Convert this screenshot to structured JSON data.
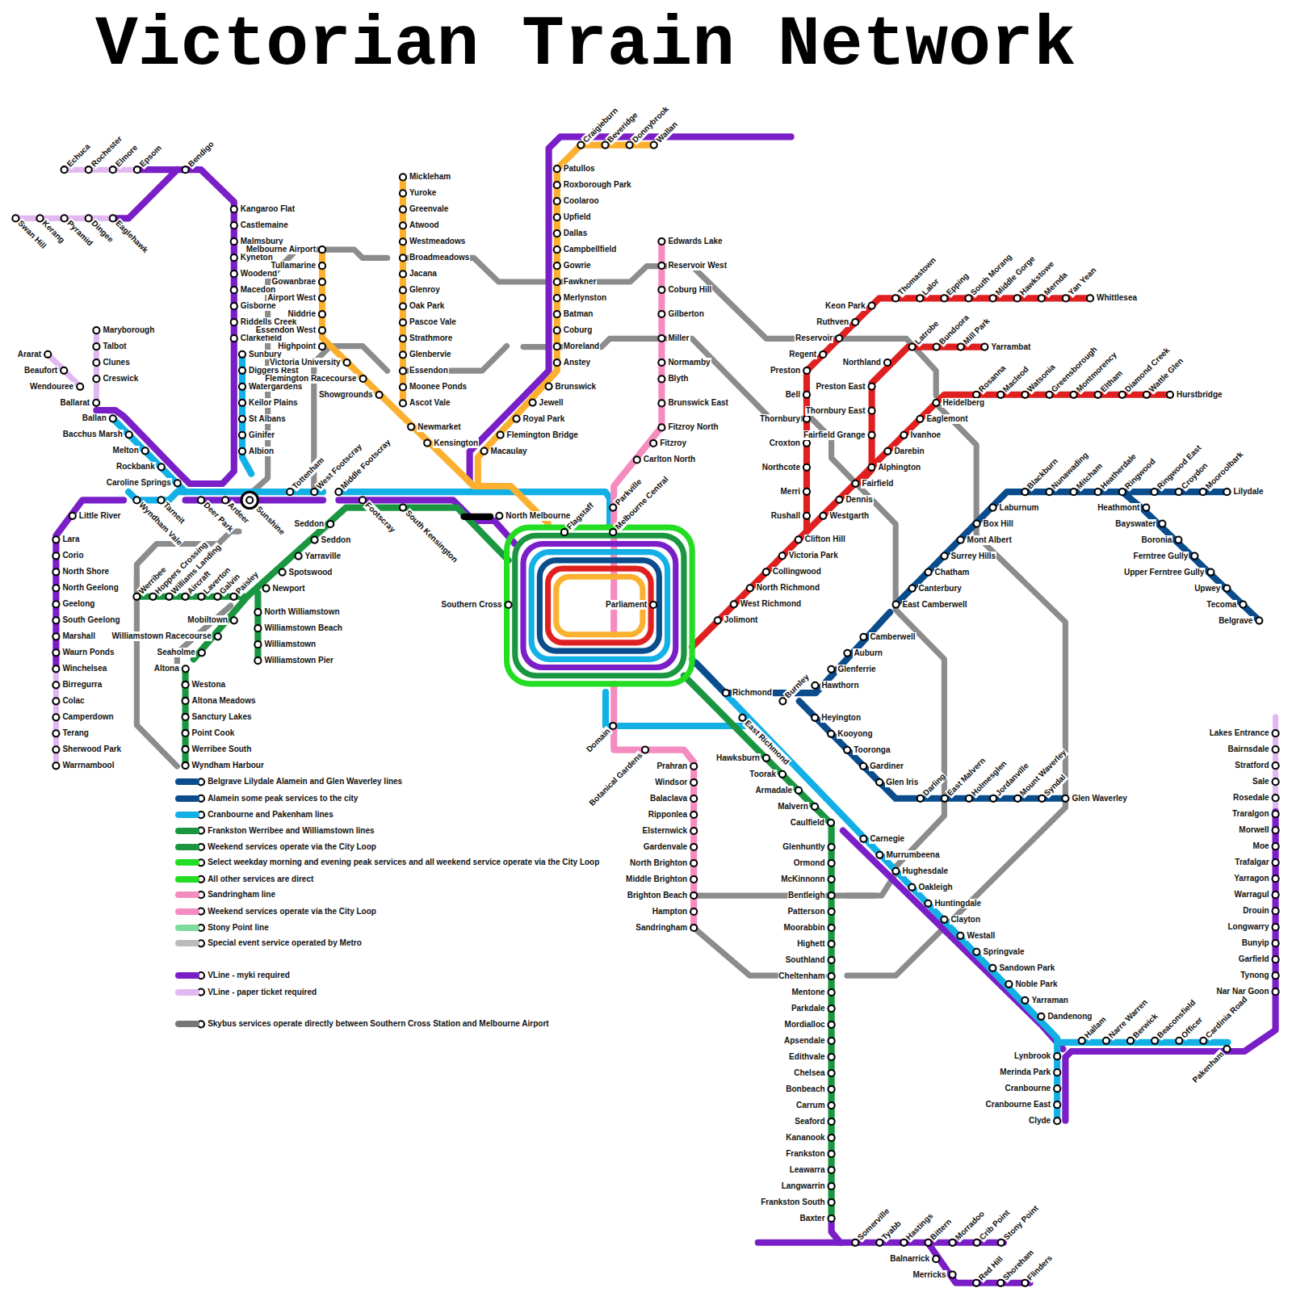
{
  "diagram": {
    "title": "Victorian Train Network",
    "labels": [
      "Echuca",
      "Rochester",
      "Elmore",
      "Epsom",
      "Bendigo",
      "Swan Hill",
      "Kerang",
      "Pyramid",
      "Dingee",
      "Eaglehawk",
      "Kangaroo Flat",
      "Castlemaine",
      "Malmsbury",
      "Kyneton",
      "Woodend",
      "Macedon",
      "Gisborne",
      "Riddells Creek",
      "Clarkefield",
      "Sunbury",
      "Diggers Rest",
      "Watergardens",
      "Keilor Plains",
      "St Albans",
      "Ginifer",
      "Albion",
      "Maryborough",
      "Talbot",
      "Clunes",
      "Creswick",
      "Ararat",
      "Beaufort",
      "Wendouree",
      "Ballarat",
      "Ballan",
      "Bacchus Marsh",
      "Melton",
      "Rockbank",
      "Caroline Springs",
      "Wyndham Vale",
      "Tarneit",
      "Deer Park",
      "Ardeer",
      "Sunshine",
      "Little River",
      "Lara",
      "Corio",
      "North Shore",
      "North Geelong",
      "Geelong",
      "South Geelong",
      "Marshall",
      "Waurn Ponds",
      "Winchelsea",
      "Birregurra",
      "Colac",
      "Camperdown",
      "Terang",
      "Sherwood Park",
      "Warrnambool",
      "Werribee",
      "Hoppers Crossing",
      "Williams Landing",
      "Aircraft",
      "Laverton",
      "Galvin",
      "Paisley",
      "Newport",
      "Spotswood",
      "Yarraville",
      "Seddon",
      "Tottenham",
      "West Footscray",
      "Middle Footscray",
      "Footscray",
      "Seddon",
      "South Kensington",
      "North Melbourne",
      "North Williamstown",
      "Williamstown Beach",
      "Williamstown",
      "Williamstown Pier",
      "Mobiltown",
      "Williamstown Racecourse",
      "Seaholme",
      "Altona",
      "Westona",
      "Altona Meadows",
      "Sanctury Lakes",
      "Point Cook",
      "Werribee South",
      "Wyndham Harbour",
      "Melbourne Airport",
      "Tullamarine",
      "Gowanbrae",
      "Airport West",
      "Niddrie",
      "Essendon West",
      "Highpoint",
      "Victoria University",
      "Flemington Racecourse",
      "Showgrounds",
      "Mickleham",
      "Yuroke",
      "Greenvale",
      "Atwood",
      "Westmeadows",
      "Broadmeadows",
      "Jacana",
      "Glenroy",
      "Oak Park",
      "Pascoe Vale",
      "Strathmore",
      "Glenbervie",
      "Essendon",
      "Moonee Ponds",
      "Ascot Vale",
      "Newmarket",
      "Kensington",
      "Craigieburn",
      "Beveridge",
      "Donnybrook",
      "Wallan",
      "Patullos",
      "Roxborough Park",
      "Coolaroo",
      "Upfield",
      "Dallas",
      "Campbellfield",
      "Gowrie",
      "Fawkner",
      "Merlynston",
      "Batman",
      "Coburg",
      "Moreland",
      "Anstey",
      "Brunswick",
      "Jewell",
      "Royal Park",
      "Flemington Bridge",
      "Macaulay",
      "Edwards Lake",
      "Reservoir West",
      "Coburg Hill",
      "Gilberton",
      "Miller",
      "Normamby",
      "Blyth",
      "Brunswick East",
      "Fitzroy North",
      "Fitzroy",
      "Carlton North",
      "Parkville",
      "Melbourne Central",
      "Flagstaff",
      "Southern Cross",
      "Parliament",
      "Keon Park",
      "Thomastown",
      "Lalor",
      "Epping",
      "South Morang",
      "Middle Gorge",
      "Hawkstowe",
      "Mernda",
      "Yan Yean",
      "Whittlesea",
      "Ruthven",
      "Reservoir",
      "Regent",
      "Preston",
      "Bell",
      "Thornbury",
      "Croxton",
      "Northcote",
      "Merri",
      "Rushall",
      "Westgarth",
      "Dennis",
      "Fairfield",
      "Alphington",
      "Darebin",
      "Ivanhoe",
      "Eaglemont",
      "Heidelberg",
      "Rosanna",
      "Macleod",
      "Watsonia",
      "Greensborough",
      "Montmorency",
      "Eltham",
      "Diamond Creek",
      "Wattle Glen",
      "Hurstbridge",
      "Northland",
      "Preston East",
      "Thornbury East",
      "Fairfield Grange",
      "Latrobe",
      "Bundoora",
      "Mill Park",
      "Yarrambat",
      "Clifton Hill",
      "Victoria Park",
      "Collingwood",
      "North Richmond",
      "West Richmond",
      "Jolimont",
      "Blackburn",
      "Nunawading",
      "Mitcham",
      "Heatherdale",
      "Ringwood",
      "Ringwood East",
      "Croydon",
      "Mooroolbark",
      "Lilydale",
      "Laburnum",
      "Box Hill",
      "Mont Albert",
      "Surrey Hills",
      "Chatham",
      "Canterbury",
      "East Camberwell",
      "Heathmont",
      "Bayswater",
      "Boronia",
      "Ferntree Gully",
      "Upper Ferntree Gully",
      "Upwey",
      "Tecoma",
      "Belgrave",
      "Camberwell",
      "Auburn",
      "Glenferrie",
      "Hawthorn",
      "Burnley",
      "Richmond",
      "East Richmond",
      "Heyington",
      "Kooyong",
      "Tooronga",
      "Gardiner",
      "Glen Iris",
      "Darling",
      "East Malvern",
      "Holmesglen",
      "Jordanville",
      "Mount Waverley",
      "Syndal",
      "Glen Waverley",
      "Domain",
      "Botanical Gardens",
      "Prahran",
      "Windsor",
      "Balaclava",
      "Ripponlea",
      "Elsternwick",
      "Gardenvale",
      "North Brighton",
      "Middle Brighton",
      "Brighton Beach",
      "Hampton",
      "Sandringham",
      "Hawksburn",
      "Toorak",
      "Armadale",
      "Malvern",
      "Caulfield",
      "Glenhuntly",
      "Ormond",
      "McKinnonn",
      "Bentleigh",
      "Patterson",
      "Moorabbin",
      "Highett",
      "Southland",
      "Cheltenham",
      "Mentone",
      "Parkdale",
      "Mordialloc",
      "Apsendale",
      "Edithvale",
      "Chelsea",
      "Bonbeach",
      "Carrum",
      "Seaford",
      "Kananook",
      "Frankston",
      "Leawarra",
      "Langwarrin",
      "Frankston South",
      "Baxter",
      "Carnegie",
      "Murrumbeena",
      "Hughesdale",
      "Oakleigh",
      "Huntingdale",
      "Clayton",
      "Westall",
      "Springvale",
      "Sandown Park",
      "Noble Park",
      "Yarraman",
      "Dandenong",
      "Hallam",
      "Narre Warren",
      "Berwick",
      "Beaconsfield",
      "Officer",
      "Cardinia Road",
      "Pakenham",
      "Lynbrook",
      "Merinda Park",
      "Cranbourne",
      "Cranbourne East",
      "Clyde",
      "Lakes Entrance",
      "Bairnsdale",
      "Stratford",
      "Sale",
      "Rosedale",
      "Traralgon",
      "Morwell",
      "Moe",
      "Trafalgar",
      "Yarragon",
      "Warragul",
      "Drouin",
      "Longwarry",
      "Bunyip",
      "Garfield",
      "Tynong",
      "Nar Nar Goon",
      "Somerville",
      "Tyabb",
      "Hastings",
      "Bittern",
      "Morradoo",
      "Crib Point",
      "Stony Point",
      "Balnarrick",
      "Merricks",
      "Red Hill",
      "Shoreham",
      "Flinders"
    ],
    "legend": [
      {
        "text": "Belgrave Lilydale Alamein and Glen Waverley lines",
        "color": "#0a4c8c"
      },
      {
        "text": "Alamein some peak services to the city",
        "color": "#0a4c8c"
      },
      {
        "text": "Cranbourne and Pakenham lines",
        "color": "#13b0e6"
      },
      {
        "text": "Frankston Werribee and Williamstown lines",
        "color": "#1a9641"
      },
      {
        "text": "Weekend services operate via the City Loop",
        "color": "#1a9641"
      },
      {
        "text": "Select weekday morning and evening peak services and all weekend service operate via the City Loop",
        "color": "#22dd22"
      },
      {
        "text": "All other services are direct",
        "color": "#22dd22"
      },
      {
        "text": "Sandringham line",
        "color": "#f58cc0"
      },
      {
        "text": "Weekend services operate via the City Loop",
        "color": "#f58cc0"
      },
      {
        "text": "Stony Point line",
        "color": "#7ddc9c"
      },
      {
        "text": "Special event service operated by Metro",
        "color": "#bbbbbb"
      },
      {
        "text": "VLine - myki required",
        "color": "#7a1ec8"
      },
      {
        "text": "VLine - paper ticket required",
        "color": "#e2b8f0"
      },
      {
        "text": "Skybus services operate directly between Southern Cross Station and Melbourne Airport",
        "color": "#777777"
      }
    ]
  }
}
